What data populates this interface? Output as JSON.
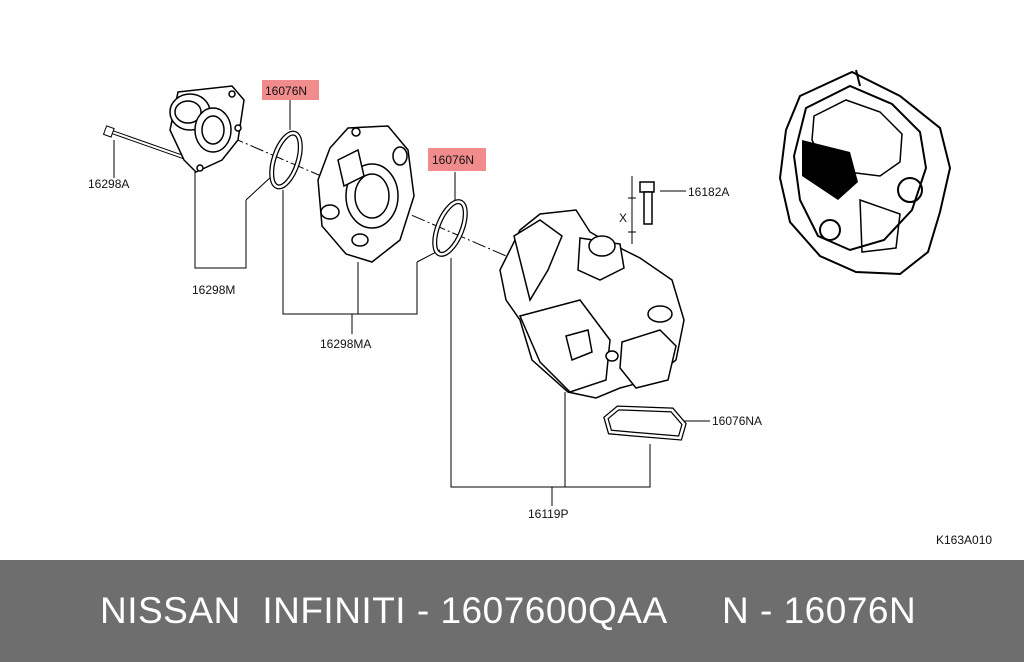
{
  "diagram": {
    "labels": {
      "p16298A": "16298A",
      "p16298M": "16298M",
      "p16298MA": "16298MA",
      "p16076N_1": "16076N",
      "p16076N_2": "16076N",
      "p16182A": "16182A",
      "p16076NA": "16076NA",
      "p16119P": "16119P",
      "x_mark": "X",
      "ref_code": "K163A010"
    },
    "highlight_color": "#f28c8c"
  },
  "footer": {
    "brand_text": "NISSAN  INFINITI - 1607600QAA",
    "part_text": "N - 16076N",
    "background": "#6e6e6e"
  }
}
